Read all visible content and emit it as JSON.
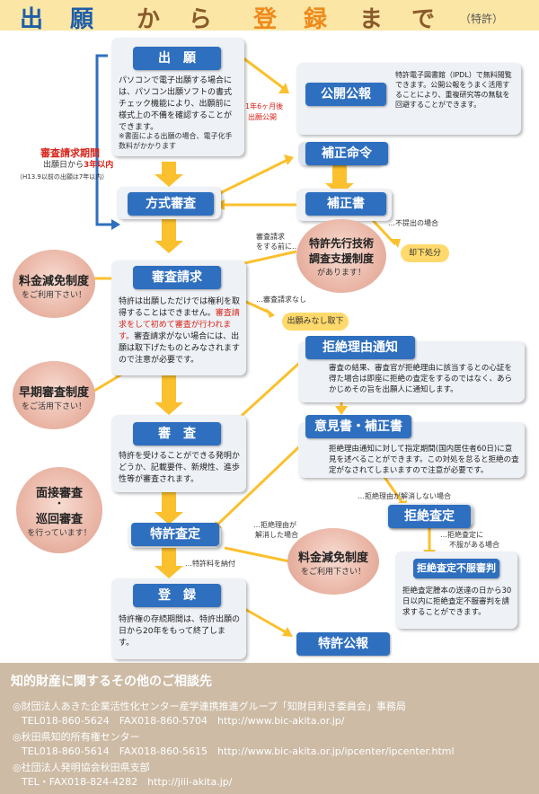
{
  "title": {
    "c1": "出",
    "c2": "願",
    "c3": "か",
    "c4": "ら",
    "c5": "登",
    "c6": "録",
    "c7": "ま",
    "c8": "で",
    "suffix": "（特許）"
  },
  "left_bracket": {
    "label": "審査請求期間",
    "line1_a": "出願日から",
    "line1_b": "3年以内",
    "line2": "（H13.9以前の出願は7年以内）"
  },
  "steps": {
    "shutsugan": {
      "label": "出　願",
      "text": "パソコンで電子出願する場合には、パソコン出願ソフトの書式チェック機能により、出願前に様式上の不備を確認することができます。",
      "note": "※書面による出願の場合、電子化手数料がかかります"
    },
    "houshiki": {
      "label": "方式審査"
    },
    "shinsa_seikyu": {
      "label": "審査請求",
      "text1": "特許は出願しただけでは権利を取得することはできません。",
      "text_red": "審査請求をして初めて審査が行われます。",
      "text2": "審査請求がない場合には、出願は取下げたものとみなされますので注意が必要です。"
    },
    "shinsa": {
      "label": "審　査",
      "text": "特許を受けることができる発明かどうか、記載要件、新規性、進歩性等が審査されます。"
    },
    "tokkyo_satei": {
      "label": "特許査定"
    },
    "touroku": {
      "label": "登　録",
      "text": "特許権の存続期間は、特許出願の日から20年をもって終了します。"
    },
    "koukai_kouhou": {
      "label": "公開公報",
      "text": "特許電子図書館（IPDL）で無料閲覧できます。公開公報をうまく活用することにより、重複研究等の無駄を回避することができます。"
    },
    "hosei_meirei": {
      "label": "補正命令"
    },
    "hosei_sho": {
      "label": "補正書"
    },
    "kyozetsu_riyu": {
      "label": "拒絶理由通知",
      "text": "審査の結果、審査官が拒絶理由に該当するとの心証を得た場合は即座に拒絶の査定をするのではなく、あらかじめその旨を出願人に通知します。"
    },
    "ikensho": {
      "label": "意見書・補正書",
      "text": "拒絶理由通知に対して指定期間(国内居住者60日)に意見を述べることができます。この対処を怠ると拒絶の査定がなされてしまいますので注意が必要です。"
    },
    "kyozetsu_satei": {
      "label": "拒絶査定"
    },
    "fufuku": {
      "label": "拒絶査定不服審判",
      "text": "拒絶査定謄本の送達の日から30日以内に拒絶査定不服審判を請求することができます。"
    },
    "tokkyo_kouhou": {
      "label": "特許公報"
    }
  },
  "annotations": {
    "ichinen": "1年6ヶ月後",
    "shutsugan_koukai": "出願公開",
    "mitei_shutsu": "…不提出の場合",
    "kyakka": "却下処分",
    "shinsa_mae_1": "審査請求",
    "shinsa_mae_2": "をする前に…",
    "shinsa_nashi": "…審査請求なし",
    "minashi": "出願みなし取下",
    "kaishou_shinai": "…拒絶理由が解消しない場合",
    "kaishou_1": "…拒絶理由が",
    "kaishou_2": "解消した場合",
    "tokkyoryou": "…特許料を納付",
    "fufuku_1": "…拒絶査定に",
    "fufuku_2": "不服がある場合"
  },
  "circles": {
    "ryoukin1": {
      "main": "料金減免制度",
      "sub": "をご利用下さい！"
    },
    "souki": {
      "main": "早期審査制度",
      "sub": "をご活用下さい！"
    },
    "mensetsu": {
      "main1": "面接審査",
      "dot": "・",
      "main2": "巡回審査",
      "sub": "を行っています！"
    },
    "sakō": {
      "main1": "特許先行技術",
      "main2": "調査支援制度",
      "sub": "があります！"
    },
    "ryoukin2": {
      "main": "料金減免制度",
      "sub": "をご利用下さい！"
    }
  },
  "footer": {
    "heading": "知的財産に関するその他のご相談先",
    "org1": "◎財団法人あきた企業活性化センター産学連携推進グループ「知財目利き委員会」事務局",
    "org1_contact": "TEL018-860-5624　FAX018-860-5704　http://www.bic-akita.or.jp/",
    "org2": "◎秋田県知的所有権センター",
    "org2_contact": "TEL018-860-5614　FAX018-860-5615　http://www.bic-akita.or.jp/ipcenter/ipcenter.html",
    "org3": "◎社団法人発明協会秋田県支部",
    "org3_contact": "TEL・FAX018-824-4282　http://jiii-akita.jp/"
  },
  "colors": {
    "blue": "#2f6fbf",
    "orange": "#ee8a1a",
    "arrow": "#fbc02d",
    "panel": "#eef1f6",
    "footer": "#cdbba5"
  }
}
